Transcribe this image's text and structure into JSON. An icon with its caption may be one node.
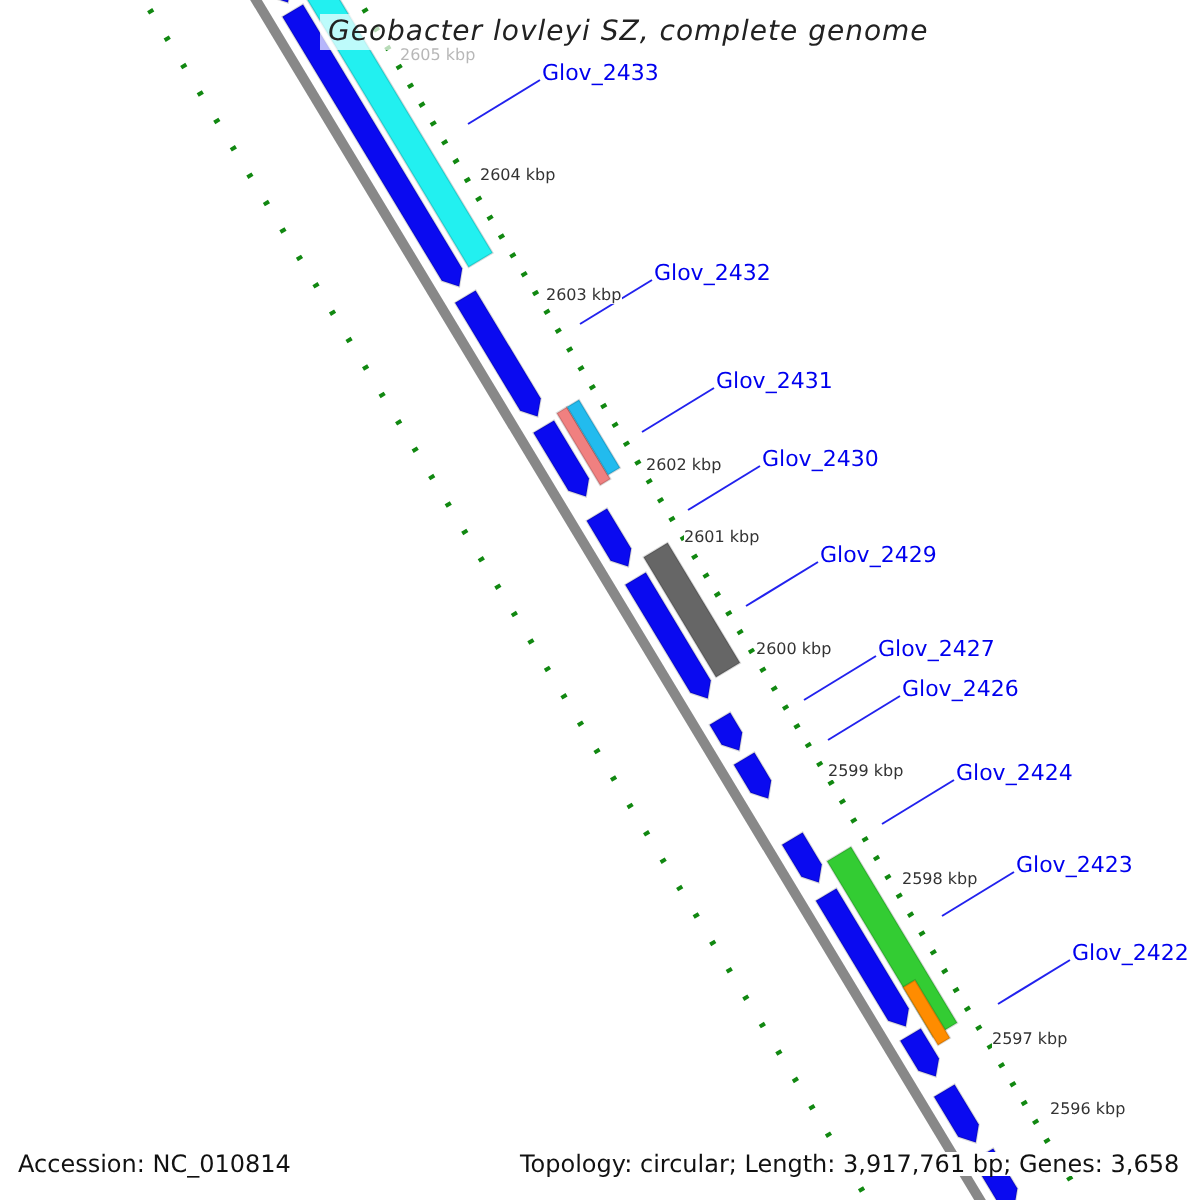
{
  "diagram": {
    "title": "Geobacter lovleyi SZ, complete genome",
    "nodes": [
      {
        "text": [
          "Glov_2433"
        ]
      },
      {
        "text": [
          "Glov_2432"
        ]
      },
      {
        "text": [
          "Glov_2431"
        ]
      },
      {
        "text": [
          "Glov_2430"
        ]
      },
      {
        "text": [
          "Glov_2429"
        ]
      },
      {
        "text": [
          "Glov_2427"
        ]
      },
      {
        "text": [
          "Glov_2426"
        ]
      },
      {
        "text": [
          "Glov_2424"
        ]
      },
      {
        "text": [
          "Glov_2423"
        ]
      },
      {
        "text": [
          "Glov_2422"
        ]
      }
    ],
    "edges": [
      {
        "from": 0,
        "to": null,
        "arrow": "none"
      },
      {
        "from": 1,
        "to": null,
        "arrow": "none"
      },
      {
        "from": 2,
        "to": null,
        "arrow": "none"
      },
      {
        "from": 3,
        "to": null,
        "arrow": "none"
      },
      {
        "from": 4,
        "to": null,
        "arrow": "none"
      },
      {
        "from": 5,
        "to": null,
        "arrow": "none"
      },
      {
        "from": 6,
        "to": null,
        "arrow": "none"
      },
      {
        "from": 7,
        "to": null,
        "arrow": "none"
      },
      {
        "from": 8,
        "to": null,
        "arrow": "none"
      },
      {
        "from": 9,
        "to": null,
        "arrow": "none"
      }
    ],
    "labels": [
      "2605 kbp",
      "2604 kbp",
      "2603 kbp",
      "2602 kbp",
      "2601 kbp",
      "2600 kbp",
      "2599 kbp",
      "2598 kbp",
      "2597 kbp",
      "2596 kbp",
      "Accession: NC_010814",
      "Topology: circular; Length: 3,917,761 bp; Genes: 3,658"
    ]
  }
}
